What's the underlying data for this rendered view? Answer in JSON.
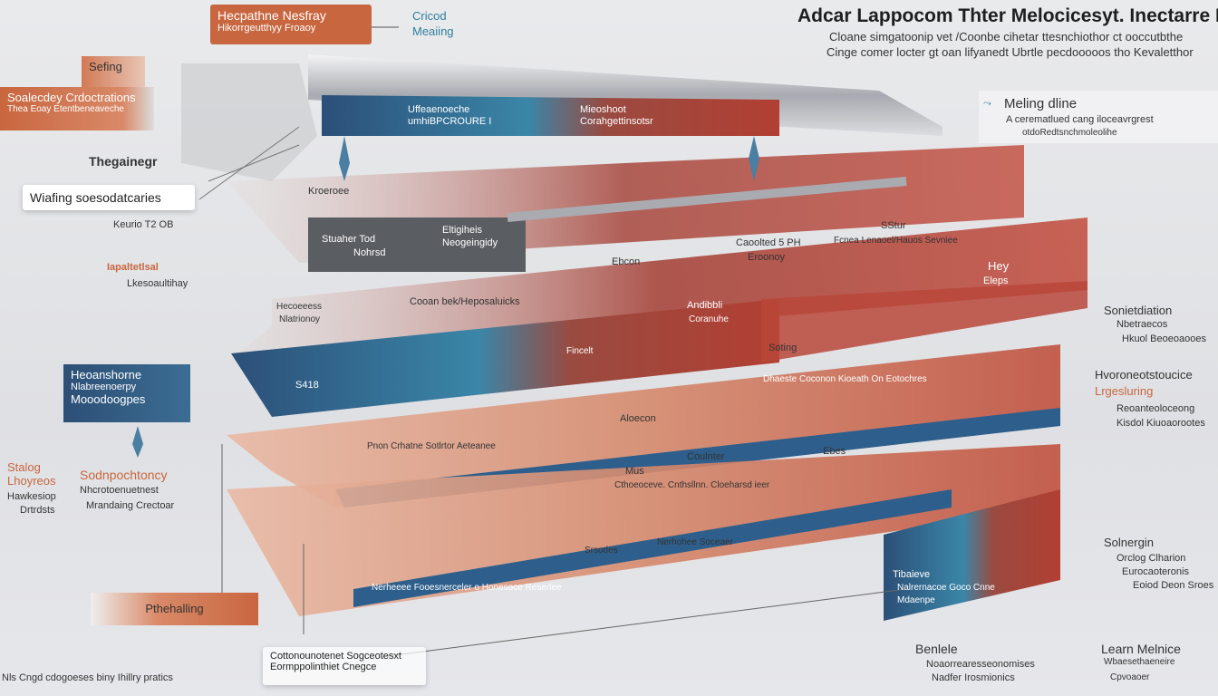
{
  "title": "Adcar Lappocom Thter Melocicesyt. Inectarre In",
  "subtitle": [
    "Cloane simgatoonip vet /Coonbe cihetar ttesnchiothor ct ooccutbthe",
    "Cinge comer locter gt oan lifyanedt Ubrtle pecdooooos tho Kevaletthor"
  ],
  "top_box": {
    "line1": "Hecpathne Nesfray",
    "line2": "Hikorrgeutthyy Froaoy"
  },
  "top_note": {
    "line1": "Cricod",
    "line2": "Meaiing"
  },
  "left": {
    "tab": "Sefing",
    "box_title": "Soalecdey Crdoctrations",
    "box_sub": "Thea Eoay Etentbeneaveche",
    "heading": "Thegainegr",
    "pill": "Wiafing soesodatcaries",
    "code": "Keurio T2 OB",
    "orange_label": "Iapaltetlsal",
    "orange_sub": "Lkesoaultihay",
    "navy_box": [
      "Heoanshorne",
      "Nlabreenoerpy",
      "Mooodoogpes"
    ],
    "bottom_left_title": "Stalog Lhoyreos",
    "bottom_left_sub": [
      "Hawkesiop",
      "Drtrdsts"
    ],
    "sod_title": "Sodnpochtoncy",
    "sod_sub": [
      "Nhcrotoenuetnest",
      "Mrandaing Crectoar"
    ],
    "orange_bottom": "Pthehalling",
    "footer": "Nls Cngd cdogoeses biny Ihillry pratics"
  },
  "center": {
    "band1": [
      "Uffeaenoeche",
      "umhiBPCROURE I"
    ],
    "band1b": [
      "Mieoshoot",
      "Corahgettinsotsr"
    ],
    "kroerooe": "Kroeroee",
    "band2": [
      "Stuaher Tod",
      "Nohrsd"
    ],
    "band2b": [
      "Eltigiheis",
      "Neogeingidy"
    ],
    "caondie": [
      "Caoolted 5 PH",
      "Eroonoy"
    ],
    "stor": "SStur",
    "stor_sub": "Fcnea Lenaoel/Hauos Sevniee",
    "ebcon": "Ebcon",
    "hey": [
      "Hey",
      "Eleps"
    ],
    "bullet_left": [
      "Hecoeeess",
      "Nlatrionoy"
    ],
    "coon": "Cooan bek/Heposaluicks",
    "andit": [
      "Andibbli",
      "Coranuhe"
    ],
    "fincel": "Fincelt",
    "s418": "S418",
    "soting": "Soting",
    "diaeste": "Dhaeste Coconon Kioeath On Eotochres",
    "madcon": "Aloecon",
    "pnon": "Pnon Crhatne Sotlrtor Aeteanee",
    "mus": "Mus",
    "counter": [
      "Coulnter",
      "Cthoeoceve. Cnthsllnn. Cloeharsd ieer"
    ],
    "ebes": "Ebes",
    "nerhe": "Nerhohee Soceaer",
    "bottom_band": "Nerheeee Fooesnerceler o Honesoce Reserlee",
    "seedes": "Srsodes",
    "bottom_note": [
      "Cottonounotenet Sogceotesxt",
      "Eormppolinthiet Cnegce"
    ]
  },
  "right": {
    "meling": "Meling dline",
    "meling_sub": [
      "A cerematlued cang iloceavrgrest",
      "otdoRedtsnchmoleolihe"
    ],
    "somi": "Sonietdiation",
    "somi_sub": [
      "Nbetraecos",
      "Hkuol Beoeoaooes"
    ],
    "hyo": "Hvoroneotstoucice",
    "hyo_orange": "Lrgesluring",
    "hyo_sub": [
      "Reoanteoloceong",
      "Kisdol Kiuoaorootes"
    ],
    "sol": "Solnergin",
    "sol_sub": [
      "Orclog Clharion",
      "Eurocaoteronis",
      "Eoiod Deon Sroes"
    ],
    "navy_box": [
      "Tibaieve",
      "Nalrernacoe Goco Cnne",
      "Mdaenpe"
    ],
    "benle": "Benlele",
    "benle_sub": [
      "Noaorrearesseonomises",
      "Nadfer Irosmionics"
    ],
    "learn": "Learn Melnice",
    "learn_sub": [
      "Wbaesethaeneire",
      "Cpvoaoer"
    ]
  },
  "colors": {
    "orange": "#c8663f",
    "navy": "#2d4f76",
    "teal": "#2e7f9c",
    "red": "#a7382e"
  }
}
